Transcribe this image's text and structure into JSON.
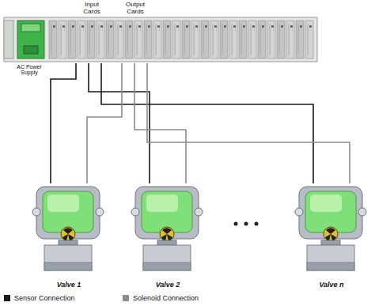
{
  "diagram": {
    "nodes": [
      {
        "text": [
          "AC Power Supply"
        ]
      },
      {
        "text": [
          "Input Cards"
        ]
      },
      {
        "text": [
          "Output Cards"
        ]
      },
      {
        "text": [
          "Valve 1"
        ]
      },
      {
        "text": [
          "Valve 2"
        ]
      },
      {
        "text": [
          "Valve n"
        ]
      }
    ],
    "edges": [
      {
        "from": 1,
        "to": 3,
        "arrow": "none"
      },
      {
        "from": 1,
        "to": 4,
        "arrow": "none"
      },
      {
        "from": 1,
        "to": 5,
        "arrow": "none"
      },
      {
        "from": 2,
        "to": 3,
        "arrow": "none"
      },
      {
        "from": 2,
        "to": 4,
        "arrow": "none"
      },
      {
        "from": 2,
        "to": 5,
        "arrow": "none"
      }
    ],
    "legend": [
      {
        "text": "Sensor Connection",
        "color": "#1a1a1a"
      },
      {
        "text": "Solenoid Connection",
        "color": "#8c8c8c"
      }
    ]
  }
}
